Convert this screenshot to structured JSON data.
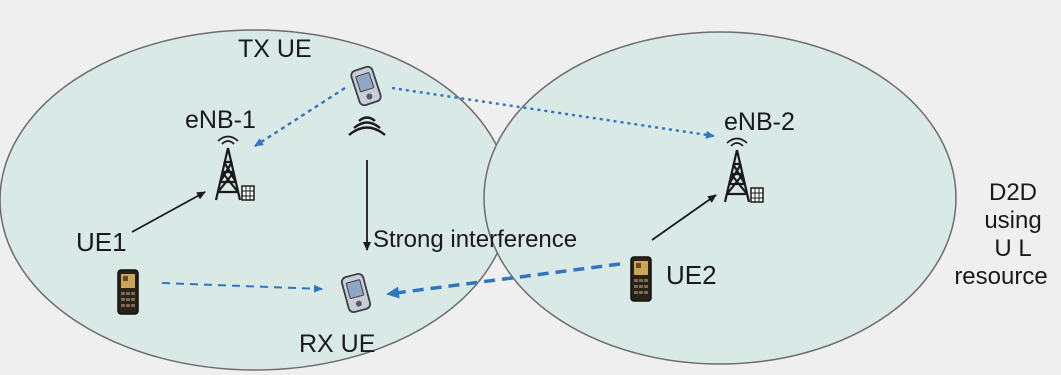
{
  "labels": {
    "tx_ue": "TX UE",
    "enb1": "eNB-1",
    "enb2": "eNB-2",
    "ue1": "UE1",
    "ue2": "UE2",
    "rx_ue": "RX UE",
    "interference": "Strong interference",
    "side_note": [
      "D2D",
      "using",
      "U L",
      "resource"
    ]
  },
  "colors": {
    "cell_fill": "#d9e9e6",
    "cell_stroke": "#6c6c6c",
    "background": "#efefef",
    "dashed_arrow": "#2f76c0",
    "solid_arrow": "#1a1a1a"
  }
}
